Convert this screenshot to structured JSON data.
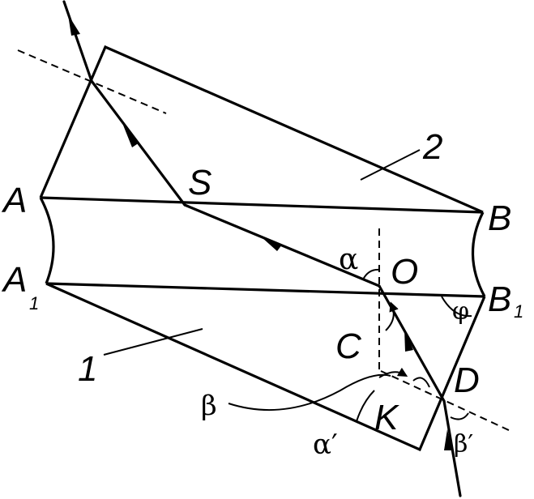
{
  "labels": {
    "A": "A",
    "A1_main": "A",
    "A1_sub": "1",
    "B": "B",
    "B1_main": "B",
    "B1_sub": "1",
    "S": "S",
    "O": "O",
    "C": "C",
    "D": "D",
    "K": "K",
    "two": "2",
    "one": "1",
    "alpha": "α",
    "alpha_prime": "α′",
    "beta": "β",
    "beta_prime": "β′",
    "phi": "φ"
  }
}
